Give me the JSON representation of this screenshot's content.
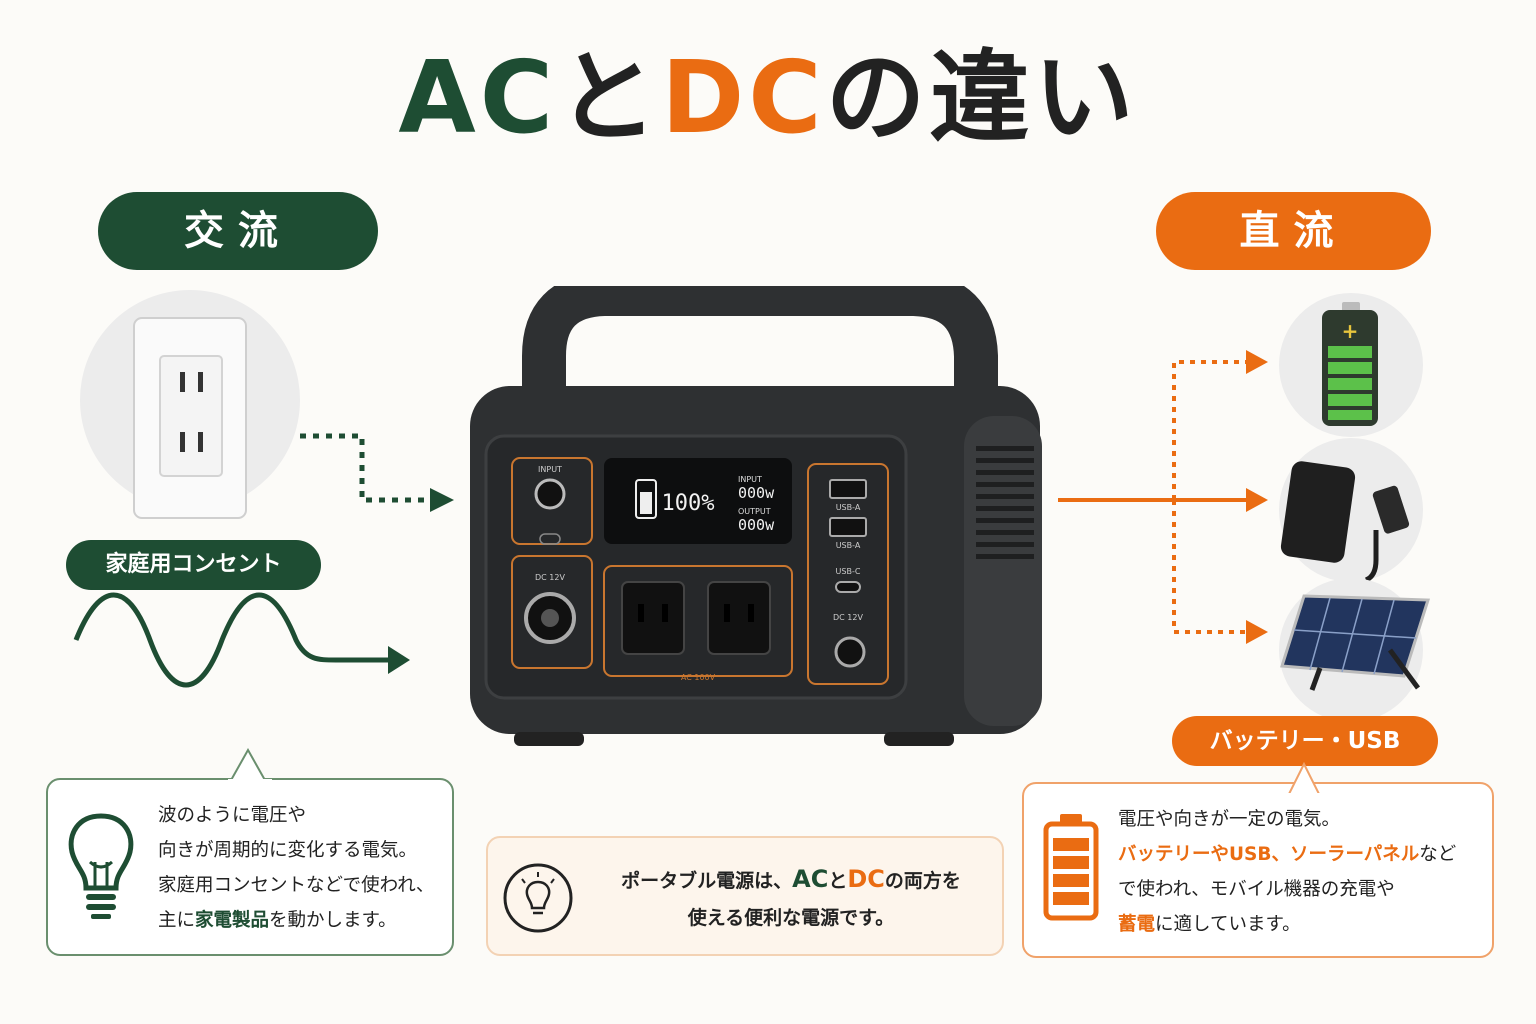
{
  "title": {
    "part1": "AC",
    "part2": "と",
    "part3": "DC",
    "part4": "の違い"
  },
  "colors": {
    "ac_green": "#1e4d33",
    "dc_orange": "#ea6c12",
    "device_body": "#2e3032",
    "device_accent": "#c9762f"
  },
  "ac": {
    "heading": "交流",
    "outlet_label": "家庭用コンセント",
    "outlet_icon": "wall-outlet",
    "wave_icon": "sine-wave",
    "desc_line1": "波のように電圧や",
    "desc_line2": "向きが周期的に変化する電気。",
    "desc_line3": "家庭用コンセントなどで使われ、",
    "desc_line4_pre": "主に",
    "desc_line4_hl": "家電製品",
    "desc_line4_post": "を動かします。",
    "icon": "lightbulb-icon"
  },
  "dc": {
    "heading": "直流",
    "label": "バッテリー・USB",
    "items": [
      "battery",
      "smartphone-with-usb-cable",
      "solar-panel"
    ],
    "desc_line1": "電圧や向きが一定の電気。",
    "desc_line2_hl": "バッテリーやUSB、ソーラーパネル",
    "desc_line2_post": "など",
    "desc_line3": "で使われ、モバイル機器の充電や",
    "desc_line4_hl": "蓄電",
    "desc_line4_post": "に適しています。",
    "icon": "battery-icon"
  },
  "center": {
    "line1_pre": "ポータブル電源は、",
    "line1_ac": "AC",
    "line1_mid": "と",
    "line1_dc": "DC",
    "line1_post": "の両方を",
    "line2": "使える便利な電源です。",
    "icon": "lightbulb-idea-icon"
  },
  "device": {
    "input_label": "INPUT",
    "battery_pct": "100%",
    "lcd_input_label": "INPUT",
    "lcd_input_value": "000w",
    "lcd_output_label": "OUTPUT",
    "lcd_output_value": "000w",
    "dc12_left": "DC 12V",
    "ac_label": "AC 100V",
    "usb_a_1": "USB-A",
    "usb_a_2": "USB-A",
    "usb_c": "USB-C",
    "dc12_right": "DC 12V"
  }
}
